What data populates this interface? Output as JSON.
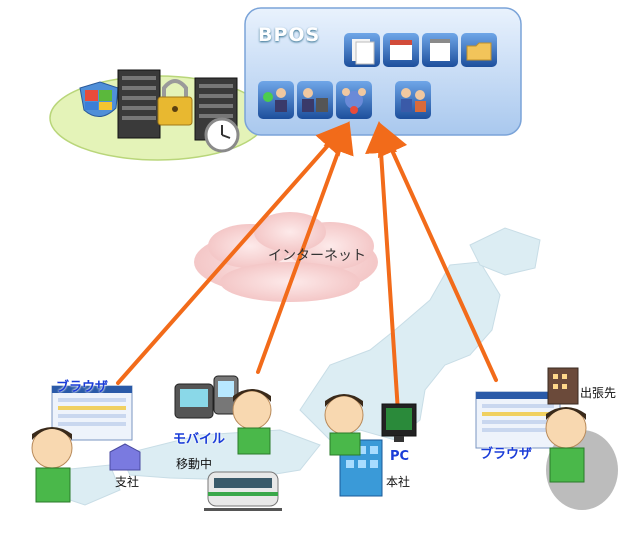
{
  "bpos": {
    "title": "BPOS",
    "service_icons": [
      "documents-icon",
      "calendar-icon",
      "notepad-icon",
      "folder-icon",
      "green-user-icon",
      "phone-user-icon",
      "meeting-icon",
      "two-users-icon"
    ]
  },
  "datacenter": {
    "icons": [
      "security-shield-icon",
      "server-rack-icon",
      "padlock-icon",
      "clock-icon"
    ]
  },
  "internet": {
    "label": "インターネット"
  },
  "locations": {
    "branch": {
      "client": "ブラウザ",
      "place": "支社"
    },
    "mobile": {
      "client": "モバイル",
      "place": "移動中"
    },
    "headquarters": {
      "client": "PC",
      "place": "本社"
    },
    "business_trip": {
      "client": "ブラウザ",
      "place": "出張先"
    }
  },
  "colors": {
    "arrow": "#f26b1a",
    "bpos_box": "#c9def7",
    "cloud": "#f6d2d2",
    "map": "#dff0f5",
    "ellipse": "#e4f3b8"
  }
}
